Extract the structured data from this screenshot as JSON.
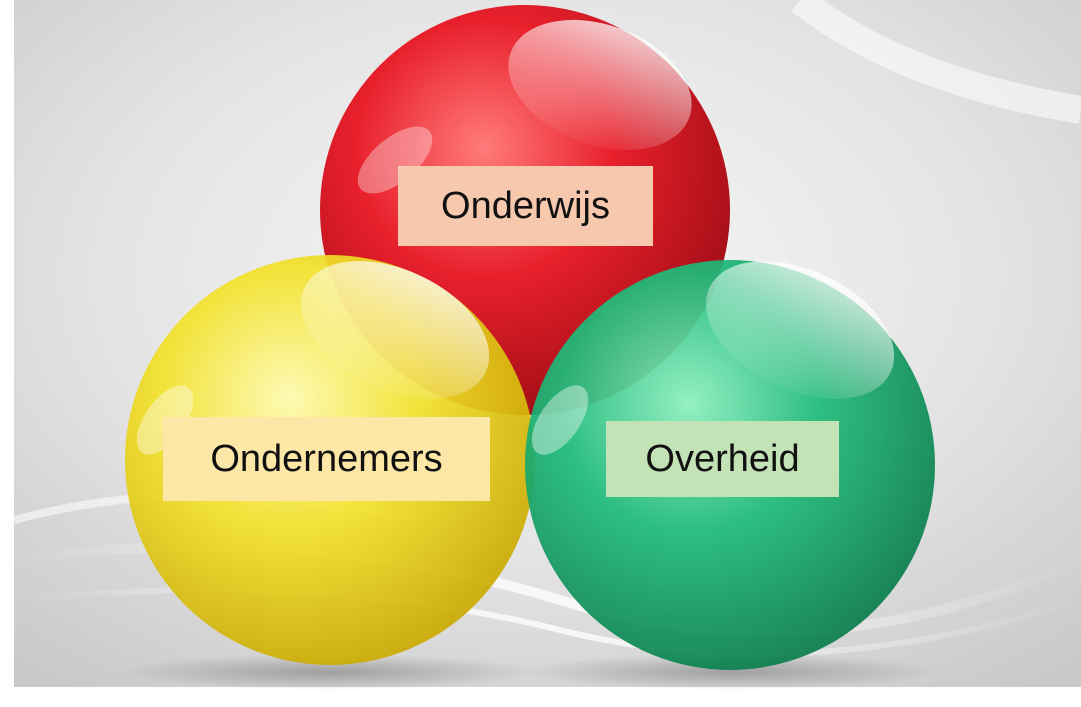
{
  "diagram": {
    "spheres": [
      {
        "id": "onderwijs",
        "label": "Onderwijs",
        "color": "#e8202c",
        "label_bg": "#f6c8ae"
      },
      {
        "id": "ondernemers",
        "label": "Ondernemers",
        "color": "#f3e22c",
        "label_bg": "#fde7a6"
      },
      {
        "id": "overheid",
        "label": "Overheid",
        "color": "#1fbb7a",
        "label_bg": "#c3e2b6"
      }
    ],
    "background_color": "#e6e6e6"
  }
}
